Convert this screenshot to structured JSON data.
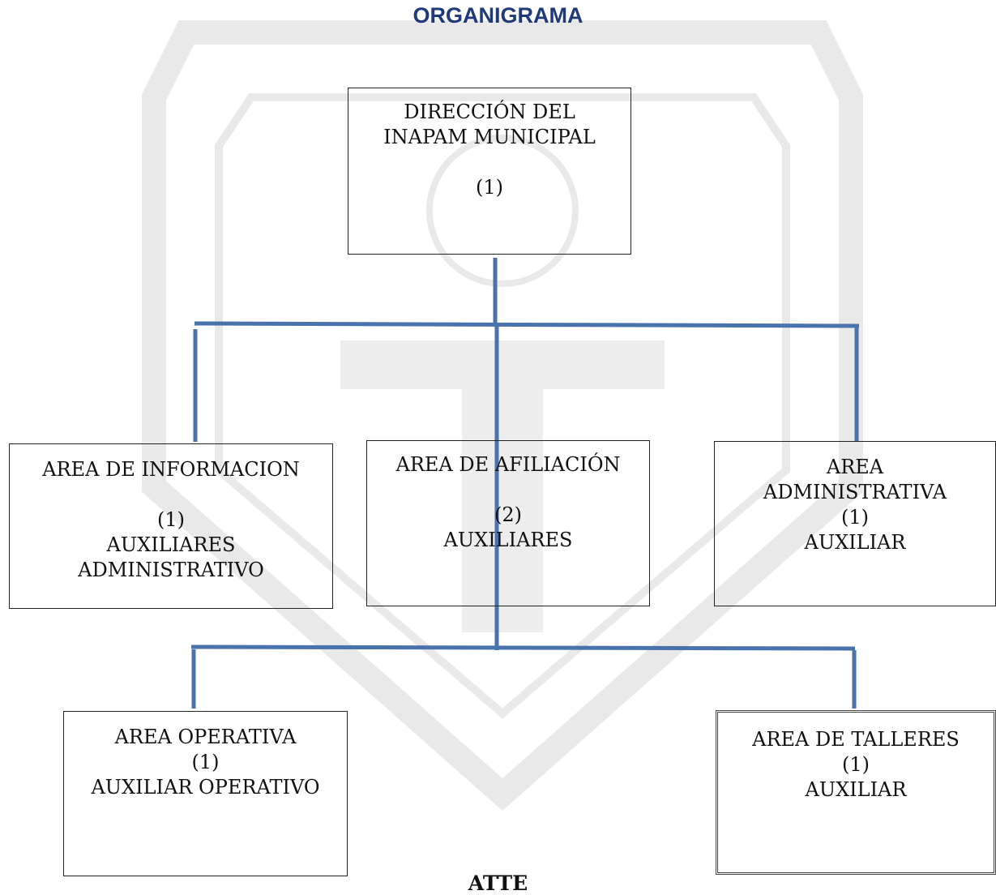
{
  "title": "ORGANIGRAMA",
  "nodes": {
    "direccion": {
      "lines": [
        "DIRECCIÓN  DEL",
        "INAPAM MUNICIPAL",
        "",
        "(1)"
      ]
    },
    "informacion": {
      "lines": [
        "AREA DE INFORMACION",
        "",
        "(1)",
        "AUXILIARES",
        "ADMINISTRATIVO"
      ]
    },
    "afiliacion": {
      "lines": [
        "AREA DE AFILIACIÓN",
        "",
        "(2)",
        "AUXILIARES"
      ]
    },
    "administrativa": {
      "lines": [
        "AREA",
        "ADMINISTRATIVA",
        "(1)",
        "AUXILIAR"
      ]
    },
    "operativa": {
      "lines": [
        "AREA OPERATIVA",
        "(1)",
        "AUXILIAR OPERATIVO"
      ]
    },
    "talleres": {
      "lines": [
        "AREA DE TALLERES",
        "(1)",
        "AUXILIAR"
      ]
    }
  },
  "footer": "ATTE",
  "colors": {
    "title": "#1f3a7a",
    "connector": "#4a72ad"
  }
}
